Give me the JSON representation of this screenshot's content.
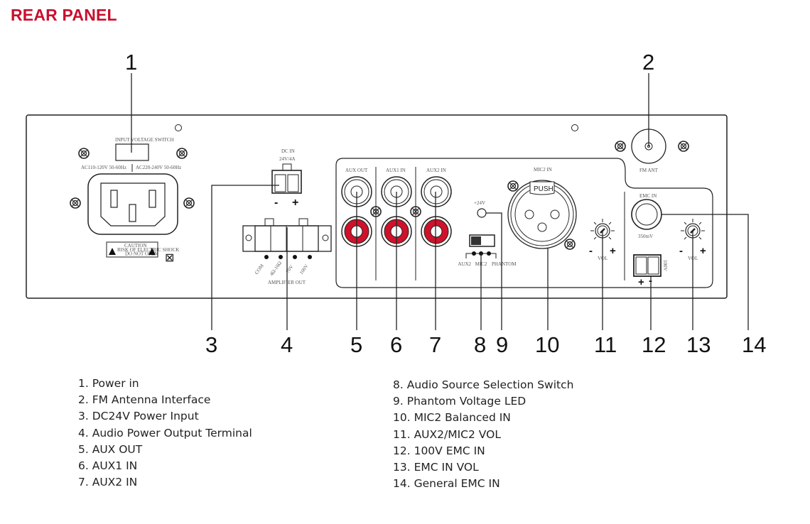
{
  "title": "REAR PANEL",
  "accent_color": "#c8102e",
  "rca_color": "#d0112b",
  "panel_labels": {
    "input_voltage_switch": "INPUT VOLTAGE SWITCH",
    "ac110": "AC110-120V 50-60Hz",
    "ac220": "AC220-240V 50-60Hz",
    "caution": "CAUTION",
    "caution_sub1": "RISK OF ELECTRIC SHOCK",
    "caution_sub2": "DO NOT OPEN",
    "dc_in": "DC IN",
    "dc_rating": "24V/4A",
    "minus": "-",
    "plus": "+",
    "amp_terminals": [
      "COM",
      "4Ω-16Ω",
      "70V",
      "100V"
    ],
    "amplifier_out": "AMPLIFIER OUT",
    "aux_out": "AUX OUT",
    "aux1_in": "AUX1 IN",
    "aux2_in": "AUX2 IN",
    "plus24v": "+24V",
    "switch_positions": [
      "AUX2",
      "MIC2",
      "PHANTOM"
    ],
    "mic2_in": "MIC2 IN",
    "push": "PUSH",
    "vol": "VOL",
    "fm_ant": "FM ANT",
    "emc_in": "EMC IN",
    "emc_level": "350mV",
    "v100": "100V"
  },
  "callouts": [
    "1",
    "2",
    "3",
    "4",
    "5",
    "6",
    "7",
    "8",
    "9",
    "10",
    "11",
    "12",
    "13",
    "14"
  ],
  "legend_left": [
    "1. Power in",
    "2. FM Antenna Interface",
    "3. DC24V Power Input",
    "4. Audio Power Output Terminal",
    "5. AUX OUT",
    "6. AUX1 IN",
    "7. AUX2 IN"
  ],
  "legend_right": [
    "8. Audio Source Selection Switch",
    "9. Phantom Voltage LED",
    "10. MIC2 Balanced IN",
    "11. AUX2/MIC2 VOL",
    "12. 100V EMC IN",
    "13. EMC IN VOL",
    "14. General EMC IN"
  ]
}
